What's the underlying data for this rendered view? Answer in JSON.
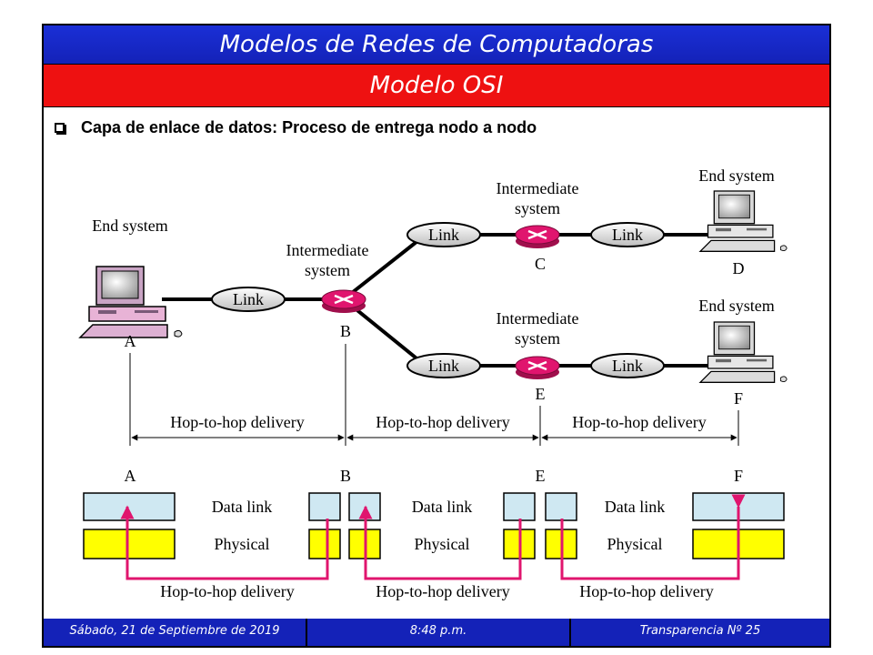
{
  "header": {
    "title": "Modelos de Redes de Computadoras",
    "subtitle": "Modelo OSI"
  },
  "bullet": {
    "text": "Capa de enlace de datos: Proceso de entrega nodo a nodo"
  },
  "diagram": {
    "end_system_label": "End system",
    "intermediate_label_line1": "Intermediate",
    "intermediate_label_line2": "system",
    "link_label": "Link",
    "node_a": "A",
    "node_b": "B",
    "node_c": "C",
    "node_d": "D",
    "node_e": "E",
    "node_f": "F",
    "hop_label": "Hop-to-hop delivery",
    "data_link_label": "Data link",
    "physical_label": "Physical"
  },
  "colors": {
    "header_blue": "#1422b8",
    "header_red": "#ee1111",
    "router_pink": "#e0156e",
    "data_link_cyan": "#cfe8f2",
    "physical_yellow": "#ffff00",
    "arrow_magenta": "#e0156e"
  },
  "footer": {
    "date": "Sábado, 21 de Septiembre de 2019",
    "time": "8:48 p.m.",
    "slide": "Transparencia Nº 25"
  }
}
